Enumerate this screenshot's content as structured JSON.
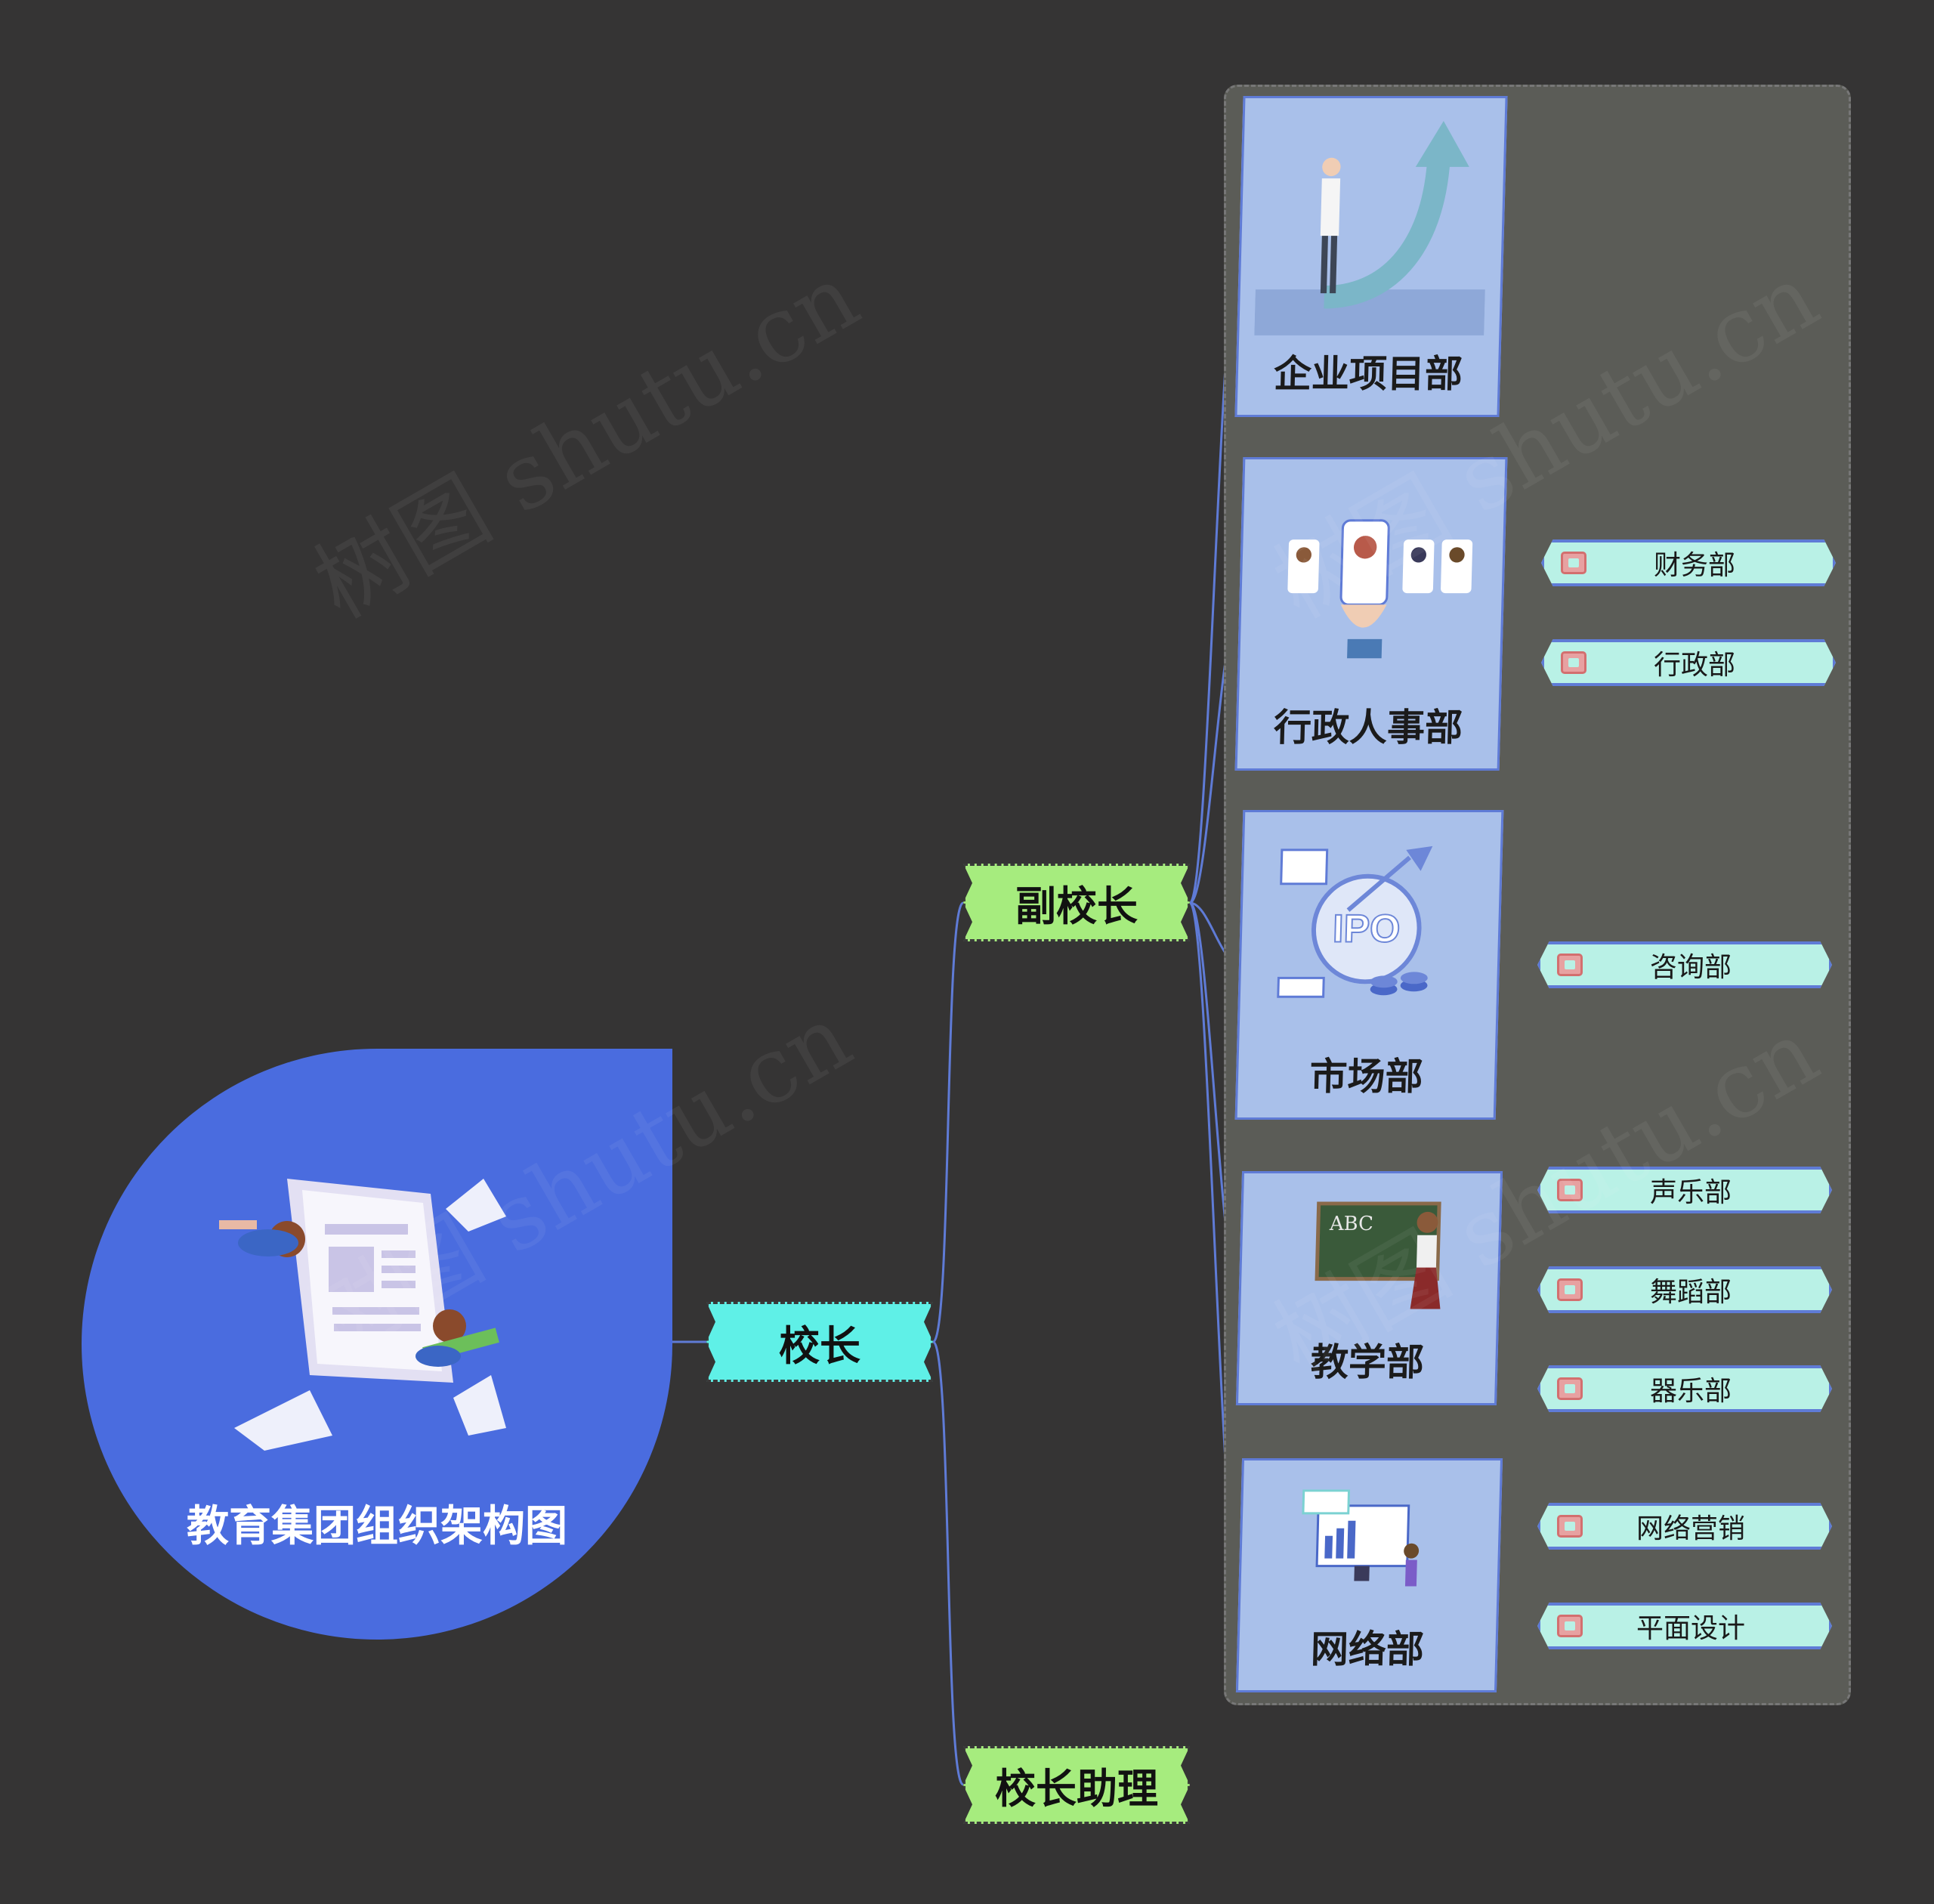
{
  "root": {
    "title": "教育集团组织架构图"
  },
  "principal": {
    "label": "校长"
  },
  "vice_principal": {
    "label": "副校长"
  },
  "assistant": {
    "label": "校长助理"
  },
  "departments": [
    {
      "title": "企业项目部",
      "children": []
    },
    {
      "title": "行政人事部",
      "children": [
        "财务部",
        "行政部"
      ]
    },
    {
      "title": "市场部",
      "children": [
        "咨询部"
      ],
      "illustration_text": "IPO"
    },
    {
      "title": "教学部",
      "children": [
        "声乐部",
        "舞蹈部",
        "器乐部"
      ],
      "illustration_text": "ABC"
    },
    {
      "title": "网络部",
      "children": [
        "网络营销",
        "平面设计"
      ]
    }
  ],
  "watermark": "树图 shutu.cn",
  "colors": {
    "background": "#353434",
    "root": "#4a6cdf",
    "principal": "#5ff0e7",
    "vice": "#a6ec7e",
    "card": "#a9c0ea",
    "sub": "#b9f1e6",
    "line": "#5f7bd6"
  }
}
